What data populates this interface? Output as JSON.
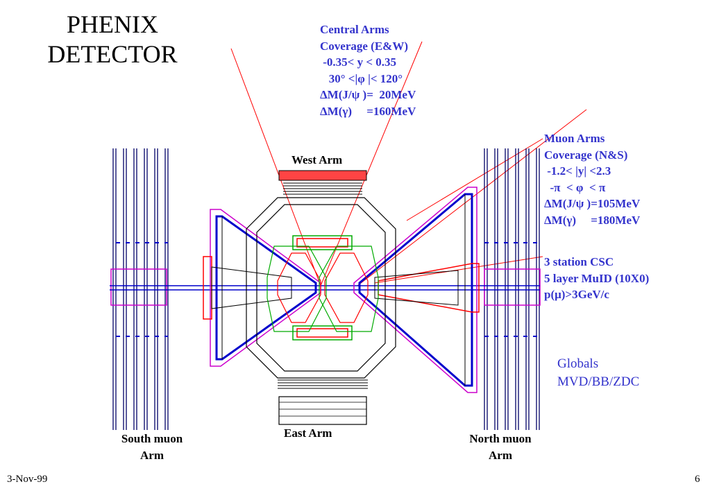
{
  "slide": {
    "title": [
      "PHENIX",
      "DETECTOR"
    ],
    "central_arms": [
      "Central Arms",
      "Coverage (E&W)",
      " -0.35< y < 0.35",
      "   30° <|φ |< 120°",
      "ΔM(J/ψ )=  20MeV",
      "ΔM(γ)     =160MeV"
    ],
    "muon_arms": [
      "Muon Arms",
      "Coverage (N&S)",
      " -1.2< |y| <2.3",
      "  -π  < φ  < π",
      "ΔM(J/ψ )=105MeV",
      "ΔM(γ)     =180MeV"
    ],
    "muon_detectors": [
      "3 station CSC",
      "5 layer MuID (10X0)",
      "p(μ)>3GeV/c"
    ],
    "globals": [
      "Globals",
      "MVD/BB/ZDC"
    ],
    "labels": {
      "west_arm": "West Arm",
      "east_arm": "East Arm",
      "south_muon_arm": [
        "South muon",
        "Arm"
      ],
      "north_muon_arm": [
        "North muon",
        "Arm"
      ]
    },
    "footer": {
      "date": "3-Nov-99",
      "page": "6"
    }
  },
  "colors": {
    "annotation_text": "#3333cc",
    "pointer_line": "#ff0000",
    "magnet": "#0000cc",
    "detector_outline": "#000000",
    "magenta_outline": "#cc00cc",
    "green_outline": "#00aa00"
  }
}
